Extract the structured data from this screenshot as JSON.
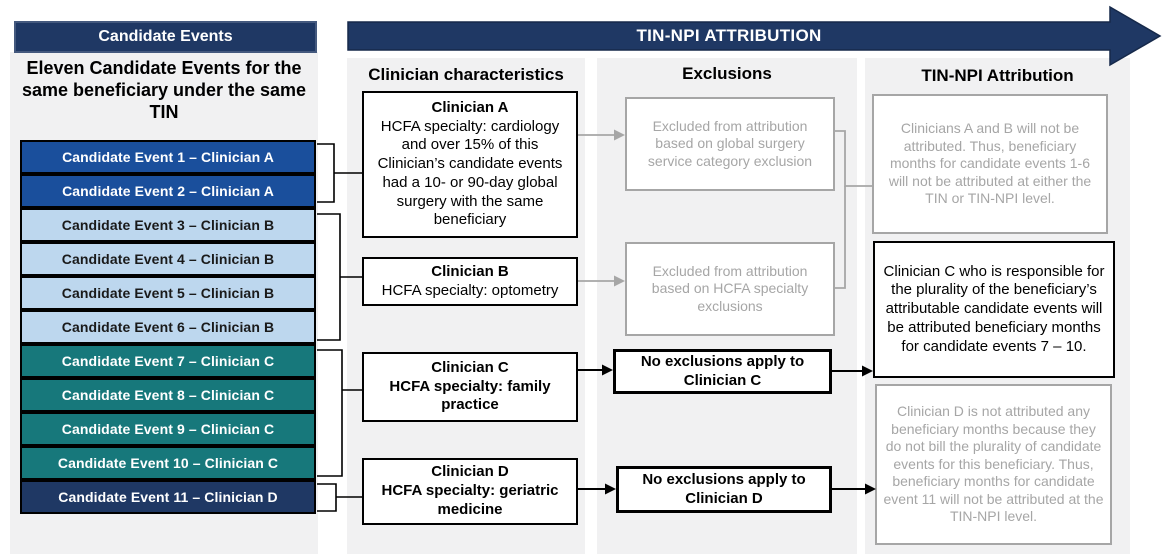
{
  "left_panel": {
    "header": "Candidate Events",
    "title": "Eleven Candidate Events for the same beneficiary under the same TIN",
    "events": [
      {
        "label": "Candidate Event 1 – Clinician A",
        "clinician": "A"
      },
      {
        "label": "Candidate Event 2 – Clinician A",
        "clinician": "A"
      },
      {
        "label": "Candidate Event 3 – Clinician B",
        "clinician": "B"
      },
      {
        "label": "Candidate Event 4 – Clinician B",
        "clinician": "B"
      },
      {
        "label": "Candidate Event 5 – Clinician B",
        "clinician": "B"
      },
      {
        "label": "Candidate Event 6 – Clinician B",
        "clinician": "B"
      },
      {
        "label": "Candidate Event 7 – Clinician C",
        "clinician": "C"
      },
      {
        "label": "Candidate Event 8 – Clinician C",
        "clinician": "C"
      },
      {
        "label": "Candidate Event 9 – Clinician C",
        "clinician": "C"
      },
      {
        "label": "Candidate Event 10 – Clinician C",
        "clinician": "C"
      },
      {
        "label": "Candidate Event 11 – Clinician D",
        "clinician": "D"
      }
    ]
  },
  "banner": {
    "title": "TIN-NPI ATTRIBUTION"
  },
  "columns": {
    "clinician": {
      "header": "Clinician characteristics",
      "boxes": [
        {
          "title": "Clinician A",
          "body": "HCFA specialty: cardiology and over 15% of this Clinician’s candidate events had a 10- or 90-day global surgery with the same beneficiary"
        },
        {
          "title": "Clinician B",
          "body": "HCFA specialty: optometry"
        },
        {
          "title": "Clinician C",
          "body": "HCFA specialty: family practice"
        },
        {
          "title": "Clinician D",
          "body": "HCFA specialty: geriatric medicine"
        }
      ]
    },
    "exclusions": {
      "header": "Exclusions",
      "boxes": [
        {
          "text": "Excluded from attribution based on global surgery service category exclusion",
          "style": "excluded"
        },
        {
          "text": "Excluded from attribution based on HCFA specialty exclusions",
          "style": "excluded"
        },
        {
          "text": "No exclusions apply to Clinician C",
          "style": "active"
        },
        {
          "text": "No exclusions apply to Clinician D",
          "style": "active"
        }
      ]
    },
    "attribution": {
      "header": "TIN-NPI Attribution",
      "boxes": [
        {
          "text": "Clinicians A and B will not be attributed. Thus, beneficiary months for candidate events 1-6 will not be attributed at either the TIN or TIN-NPI level.",
          "style": "excluded"
        },
        {
          "text": "Clinician C who is responsible for the plurality of the beneficiary’s attributable candidate events will be attributed beneficiary months for candidate events 7 – 10.",
          "style": "active"
        },
        {
          "text": "Clinician D is not attributed any beneficiary months because they do not bill the plurality of candidate events for this beneficiary. Thus, beneficiary months for candidate event 11 will not be attributed at the TIN-NPI level.",
          "style": "excluded"
        }
      ]
    }
  },
  "colors": {
    "banner": "#1f3864",
    "group-a": "#1a4f9c",
    "group-b": "#bdd7ee",
    "group-c": "#17787b",
    "group-d": "#1f3864",
    "muted": "#a6a6a6"
  }
}
